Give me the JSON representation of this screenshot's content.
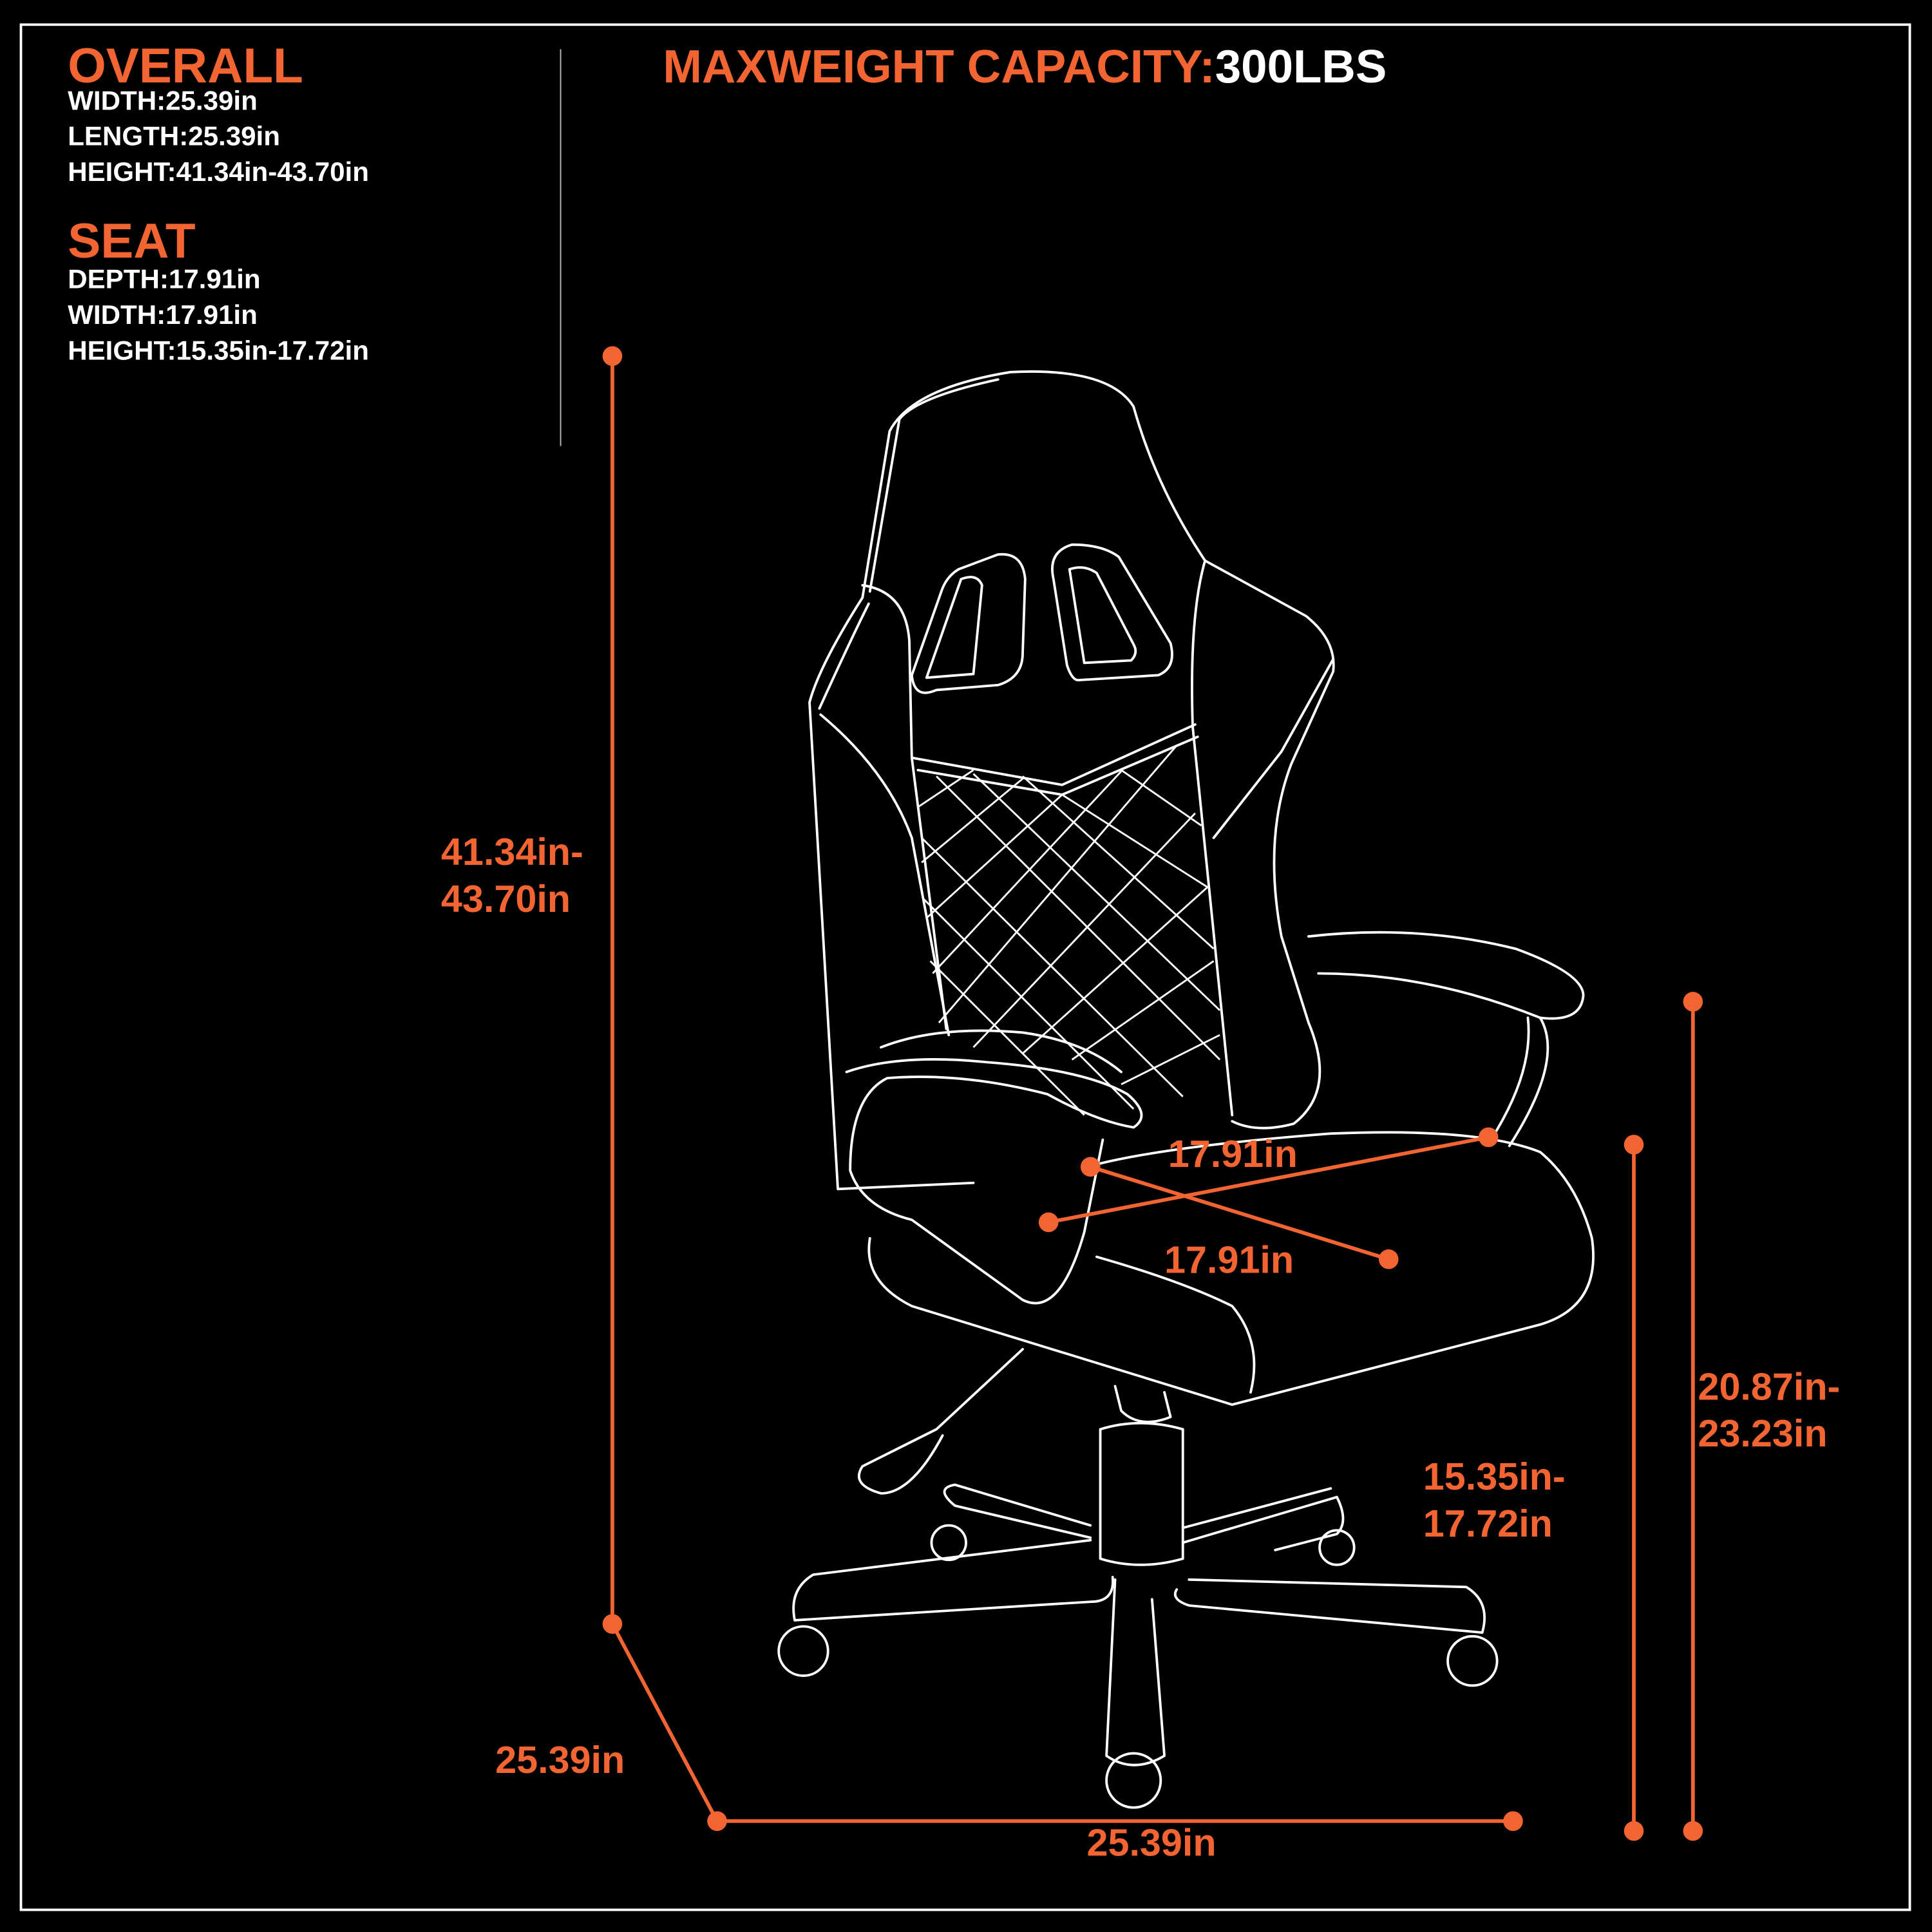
{
  "header": {
    "capacity_label": "MAXWEIGHT CAPACITY:",
    "capacity_value": "300LBS"
  },
  "overall": {
    "title": "OVERALL",
    "lines": [
      "WIDTH:25.39in",
      "LENGTH:25.39in",
      "HEIGHT:41.34in-43.70in"
    ]
  },
  "seat": {
    "title": "SEAT",
    "lines": [
      "DEPTH:17.91in",
      "WIDTH:17.91in",
      "HEIGHT:15.35in-17.72in"
    ]
  },
  "dimensions": {
    "overall_height": [
      "41.34in-",
      "43.70in"
    ],
    "base_length": "25.39in",
    "base_width": "25.39in",
    "seat_width": "17.91in",
    "seat_depth": "17.91in",
    "seat_height": [
      "15.35in-",
      "17.72in"
    ],
    "armrest_height": [
      "20.87in-",
      "23.23in"
    ]
  },
  "colors": {
    "accent": "#f26532",
    "text": "#ffffff",
    "background": "#000000"
  }
}
